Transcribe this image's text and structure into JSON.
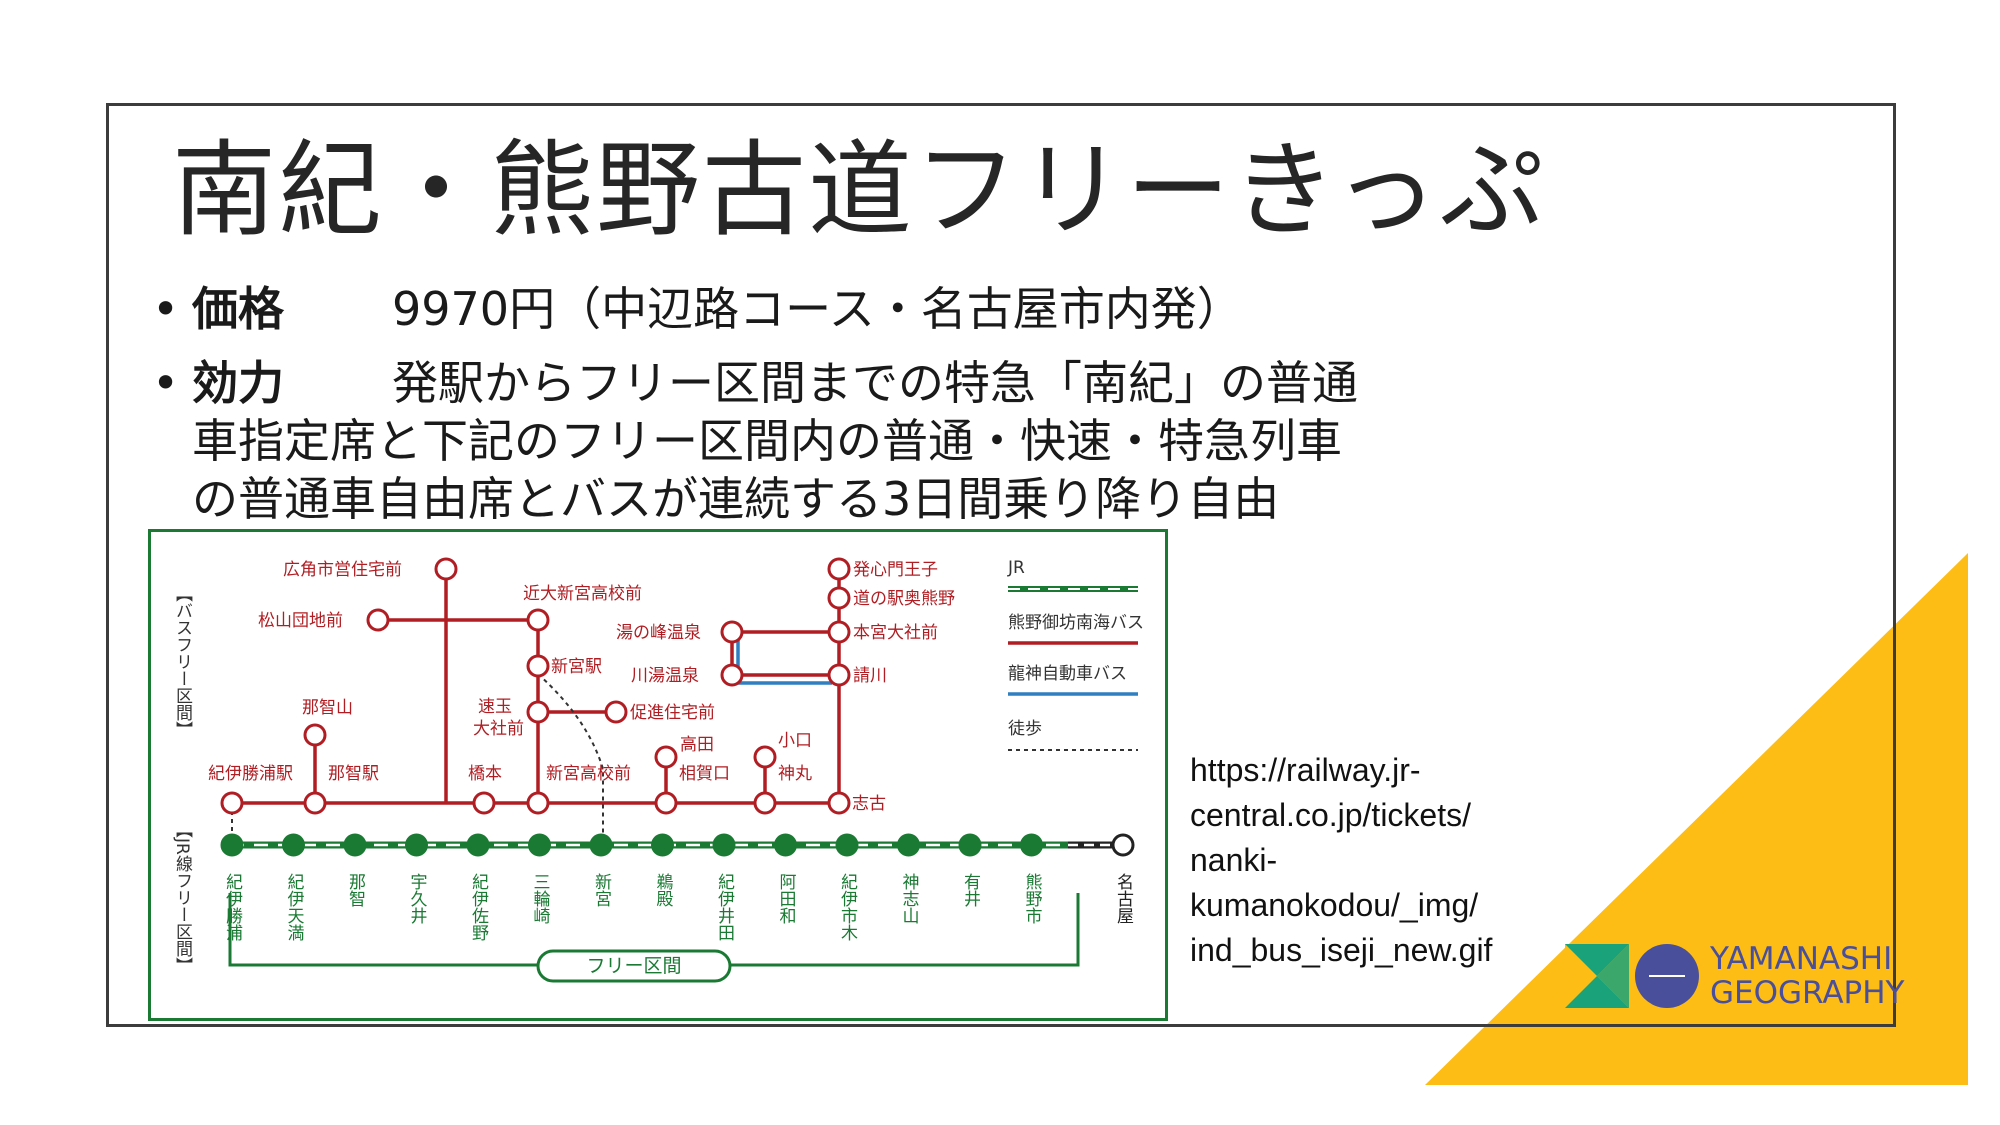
{
  "title": "南紀・熊野古道フリーきっぷ",
  "bullets": {
    "bullet_char": "•",
    "price_label": "価格",
    "price_value": "9970円（中辺路コース・名古屋市内発）",
    "effect_label": "効力",
    "effect_line1": "発駅からフリー区間までの特急「南紀」の普通",
    "effect_line2": "車指定席と下記のフリー区間内の普通・快速・特急列車",
    "effect_line3": "の普通車自由席とバスが連続する3日間乗り降り自由"
  },
  "map": {
    "bus_section_label": "【バスフリー区間】",
    "jr_section_label": "【JR線フリー区間】",
    "free_section_badge": "フリー区間",
    "legend": {
      "jr": "JR",
      "kumano_bus": "熊野御坊南海バス",
      "ryujin_bus": "龍神自動車バス",
      "walk": "徒歩"
    },
    "bus_stops": {
      "hirotsuno": "広角市営住宅前",
      "matsuyama": "松山団地前",
      "kindai": "近大新宮高校前",
      "shingu_eki": "新宮駅",
      "hayatama": "速玉",
      "hayatama2": "大社前",
      "sokushin": "促進住宅前",
      "nachisan": "那智山",
      "kiikatsuura_eki": "紀伊勝浦駅",
      "nachi_eki": "那智駅",
      "hashimoto": "橋本",
      "shingu_koko": "新宮高校前",
      "takada": "高田",
      "aigaguchi": "相賀口",
      "koguchi": "小口",
      "kannomaru": "神丸",
      "shiko": "志古",
      "hosshinmon": "発心門王子",
      "michinoeki": "道の駅奥熊野",
      "yunomine": "湯の峰温泉",
      "hongu": "本宮大社前",
      "kawayu": "川湯温泉",
      "ukegawa": "請川"
    },
    "jr_stations": [
      "紀伊勝浦",
      "紀伊天満",
      "那智",
      "宇久井",
      "紀伊佐野",
      "三輪崎",
      "新宮",
      "鵜殿",
      "紀伊井田",
      "阿田和",
      "紀伊市木",
      "神志山",
      "有井",
      "熊野市",
      "名古屋"
    ],
    "colors": {
      "jr": "#1a7a33",
      "kumano_bus": "#b01e23",
      "ryujin_bus": "#2f7fc1",
      "frame": "#1a7a33"
    }
  },
  "source_url_lines": [
    "https://railway.jr-",
    "central.co.jp/tickets/",
    "nanki-",
    "kumanokodou/_img/",
    "ind_bus_iseji_new.gif"
  ],
  "logo": {
    "line1": "YAMANASHI",
    "line2": "GEOGRAPHY"
  },
  "theme": {
    "accent_yellow": "#fdbd14",
    "logo_teal": "#1aa37a",
    "logo_purple": "#4a4f9c"
  }
}
